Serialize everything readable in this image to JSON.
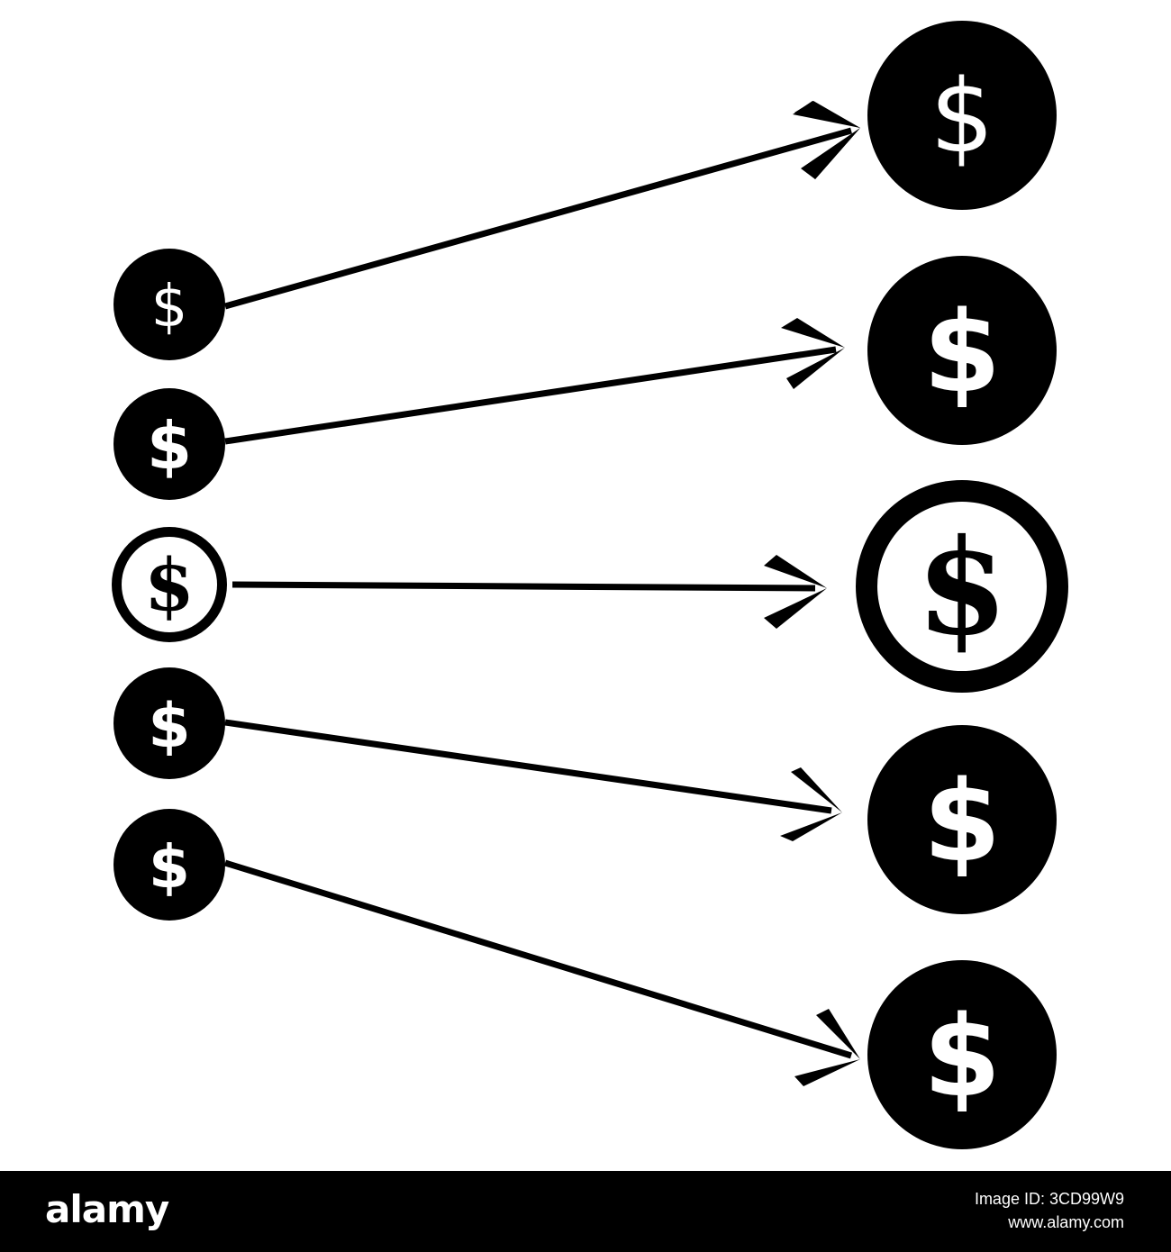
{
  "diagram": {
    "symbol": "$",
    "arrow_count": 5,
    "colors": {
      "ink": "#000000",
      "paper": "#ffffff"
    },
    "icons": {
      "source": "dollar-coin-icon",
      "target": "dollar-coin-icon",
      "connector": "arrow-icon"
    }
  },
  "footer": {
    "logo": "alamy",
    "image_id": "Image ID: 3CD99W9",
    "site": "www.alamy.com"
  }
}
